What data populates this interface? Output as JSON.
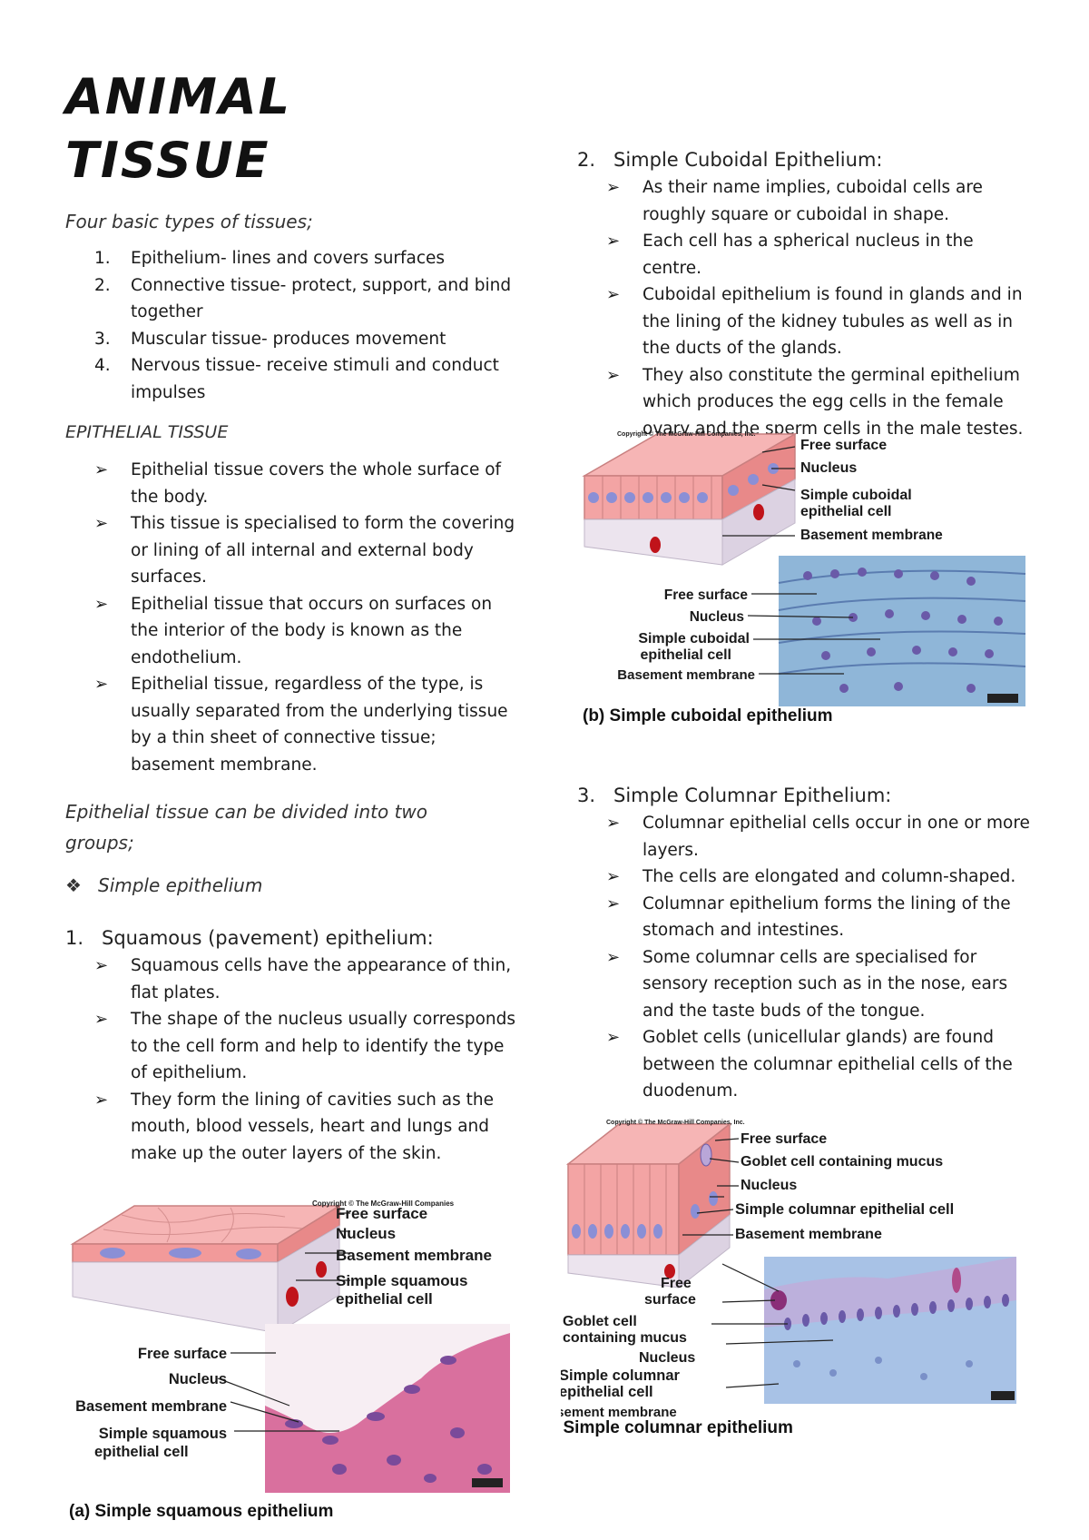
{
  "title_line1": "ANIMAL",
  "title_line2": "TISSUE",
  "intro": "Four basic types of tissues;",
  "basic_types": [
    {
      "n": "1.",
      "text": "Epithelium- lines and covers surfaces"
    },
    {
      "n": "2.",
      "text": "Connective tissue- protect, support, and bind together"
    },
    {
      "n": "3.",
      "text": "Muscular tissue- produces movement"
    },
    {
      "n": "4.",
      "text": "Nervous tissue- receive stimuli and conduct impulses"
    }
  ],
  "epithelial_heading": "EPITHELIAL TISSUE",
  "epithelial_points": [
    "Epithelial tissue covers the whole surface of the body.",
    "This tissue is specialised to form the covering or lining of all internal and external body surfaces.",
    "Epithelial tissue that occurs on surfaces on the interior of the body is known as the endothelium.",
    "Epithelial tissue, regardless of the type, is usually separated from the underlying tissue by a thin sheet of connective tissue; basement membrane."
  ],
  "groups_text": "Epithelial tissue can be divided into two groups;",
  "simple_epithelium": "Simple epithelium",
  "squamous": {
    "num": "1.",
    "heading": "Squamous (pavement) epithelium:",
    "points": [
      "Squamous cells have the appearance of thin, flat plates.",
      "The shape of the nucleus usually corresponds to the cell form and help to identify the type of epithelium.",
      "They form the lining of cavities such as the mouth, blood vessels, heart and lungs and make up the outer layers of the skin."
    ],
    "figure": {
      "labels_top": [
        "Free surface",
        "Nucleus",
        "Basement membrane",
        "Simple squamous",
        "epithelial cell"
      ],
      "labels_bottom": [
        "Free surface",
        "Nucleus",
        "Basement membrane",
        "Simple squamous",
        "epithelial cell"
      ],
      "caption": "(a) Simple squamous epithelium"
    }
  },
  "cuboidal": {
    "num": "2.",
    "heading": "Simple Cuboidal Epithelium:",
    "points": [
      "As their name implies, cuboidal cells are roughly square or cuboidal in shape.",
      "Each cell has a spherical nucleus in the centre.",
      "Cuboidal epithelium is found in glands and in the lining of the kidney tubules as well as in the ducts of the glands.",
      "They also constitute the germinal epithelium which produces the egg cells in the female ovary and the sperm cells in the male testes."
    ],
    "figure": {
      "labels_top": [
        "Free surface",
        "Nucleus",
        "Simple cuboidal",
        "epithelial cell",
        "Basement membrane"
      ],
      "labels_bottom": [
        "Free surface",
        "Nucleus",
        "Simple cuboidal",
        "epithelial cell",
        "Basement membrane"
      ],
      "caption": "(b) Simple cuboidal epithelium"
    }
  },
  "columnar": {
    "num": "3.",
    "heading": "Simple Columnar Epithelium:",
    "points": [
      "Columnar epithelial cells occur in one or more layers.",
      "The cells are elongated and column-shaped.",
      "Columnar epithelium forms the lining of the stomach and intestines.",
      "Some columnar cells are specialised for sensory reception such as in the nose, ears and the taste buds of the tongue.",
      "Goblet cells (unicellular glands) are found between the columnar epithelial cells of the duodenum."
    ],
    "figure": {
      "labels_top": [
        "Free surface",
        "Goblet cell containing mucus",
        "Nucleus",
        "Simple columnar epithelial cell",
        "Basement membrane"
      ],
      "labels_bottom": [
        "Free",
        "surface",
        "Goblet cell",
        "containing mucus",
        "Nucleus",
        "Simple columnar",
        "epithelial cell",
        "Basement membrane"
      ],
      "caption": "(c) Simple columnar epithelium"
    }
  },
  "colors": {
    "cell_pink": "#f2a6a6",
    "nucleus_blue": "#8a8fd6",
    "stain_pink": "#d9709e",
    "stain_blue": "#8fb6d8"
  }
}
